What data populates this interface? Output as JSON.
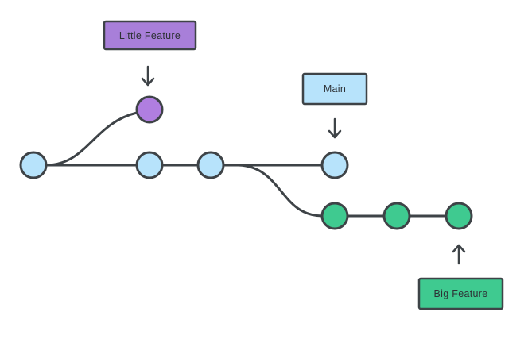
{
  "diagram": {
    "type": "git-branch-diagram",
    "labels": {
      "little_feature": "Little Feature",
      "main": "Main",
      "big_feature": "Big Feature"
    },
    "colors": {
      "stroke": "#3e4347",
      "text": "#2e3236",
      "main_fill": "#b7e3fb",
      "little_feature_fill": "#b07ee0",
      "big_feature_fill": "#3fca90",
      "little_feature_box_fill": "#a87fd9",
      "main_box_fill": "#b7e3fb",
      "big_feature_box_fill": "#3fca90",
      "background": "#ffffff"
    },
    "branches": [
      {
        "name": "Main",
        "color": "#b7e3fb",
        "commit_count": 4
      },
      {
        "name": "Little Feature",
        "color": "#b07ee0",
        "commit_count": 1
      },
      {
        "name": "Big Feature",
        "color": "#3fca90",
        "commit_count": 3
      }
    ]
  }
}
